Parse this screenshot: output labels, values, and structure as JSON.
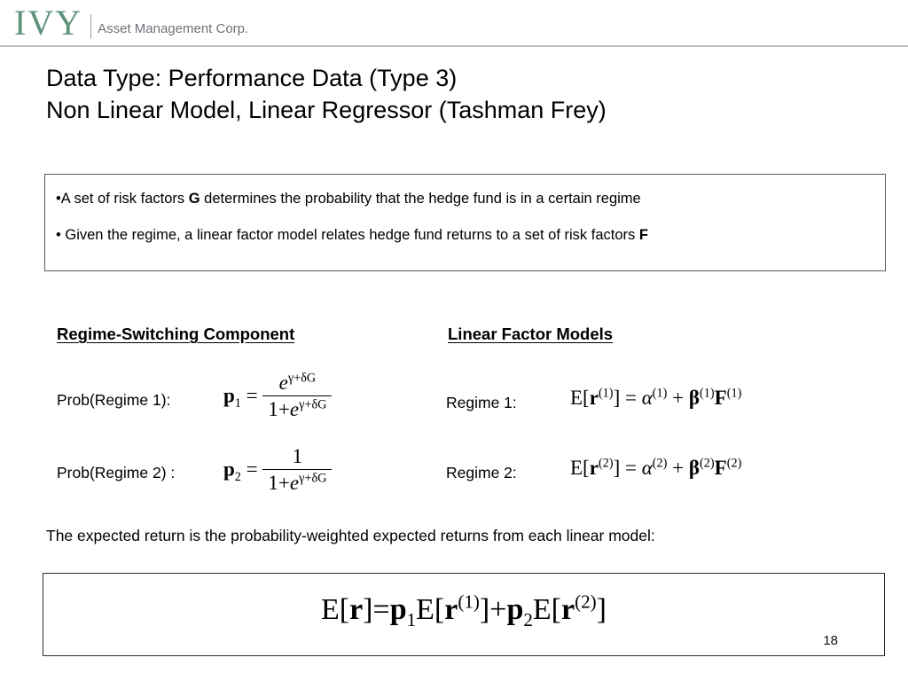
{
  "header": {
    "logo_main": "IVY",
    "logo_sub": "Asset Management Corp.",
    "logo_color": "#5e9279",
    "rule_color": "#b9bcc0"
  },
  "title": {
    "line1": "Data Type: Performance Data (Type 3)",
    "line2": "Non Linear Model, Linear Regressor (Tashman Frey)"
  },
  "bullets": {
    "items": [
      {
        "marker": "•",
        "text_before": "A set of risk factors ",
        "emphasis": "G",
        "text_after": " determines the probability that the hedge fund is in a certain regime"
      },
      {
        "marker": "•",
        "text_before": " Given the regime, a linear factor model relates hedge fund returns to a set of risk factors ",
        "emphasis": "F",
        "text_after": ""
      }
    ]
  },
  "columns": {
    "left_heading": "Regime-Switching Component",
    "right_heading": "Linear Factor Models",
    "left_labels": [
      "Prob(Regime 1):",
      "Prob(Regime 2) :"
    ],
    "right_labels": [
      "Regime 1:",
      "Regime 2:"
    ]
  },
  "formulas": {
    "p1": {
      "lhs_var": "p",
      "lhs_sub": "1",
      "eq": "=",
      "numerator": "e",
      "num_exponent": "γ+δG",
      "denominator_one": "1",
      "denominator_plus": "+",
      "denominator_e": "e",
      "den_exponent": "γ+δG"
    },
    "p2": {
      "lhs_var": "p",
      "lhs_sub": "2",
      "eq": "=",
      "numerator": "1",
      "denominator_one": "1",
      "denominator_plus": "+",
      "denominator_e": "e",
      "den_exponent": "γ+δG"
    },
    "r1": {
      "E": "E[",
      "r": "r",
      "r_sup": "(1)",
      "close": "]",
      "eq": "=",
      "alpha": "α",
      "alpha_sup": "(1)",
      "plus": "+",
      "beta": "β",
      "beta_sup": "(1)",
      "F": "F",
      "F_sup": "(1)"
    },
    "r2": {
      "E": "E[",
      "r": "r",
      "r_sup": "(2)",
      "close": "]",
      "eq": "=",
      "alpha": "α",
      "alpha_sup": "(2)",
      "plus": "+",
      "beta": "β",
      "beta_sup": "(2)",
      "F": "F",
      "F_sup": "(2)"
    },
    "final": {
      "E_open": "E[",
      "r": "r",
      "close": "]",
      "eq": "=",
      "p1": "p",
      "p1_sub": "1",
      "E1_open": "E[",
      "r1": "r",
      "r1_sup": "(1)",
      "close1": "]",
      "plus": "+",
      "p2": "p",
      "p2_sub": "2",
      "E2_open": "E[",
      "r2": "r",
      "r2_sup": "(2)",
      "close2": "]"
    }
  },
  "caption": "The expected return is the probability-weighted expected returns from each linear model:",
  "page_number": "18"
}
